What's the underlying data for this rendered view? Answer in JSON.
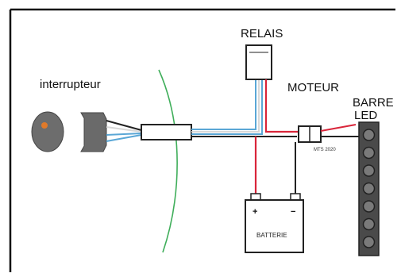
{
  "labels": {
    "switch": "interrupteur",
    "relay": "RELAIS",
    "motor": "MOTEUR",
    "led_bar_line1": "BARRE",
    "led_bar_line2": "LED",
    "connector_ref": "MTS 2020",
    "battery": "BATTERIE",
    "battery_plus": "+",
    "battery_minus": "−"
  },
  "colors": {
    "wire_red": "#d9253a",
    "wire_black": "#222222",
    "wire_blue": "#5aa7d6",
    "wire_white": "#d8d8d8",
    "separator_green": "#3fae5a",
    "switch_body": "#6d6d6d",
    "switch_led": "#e07a2a",
    "led_bar": "#4a4a4a"
  }
}
